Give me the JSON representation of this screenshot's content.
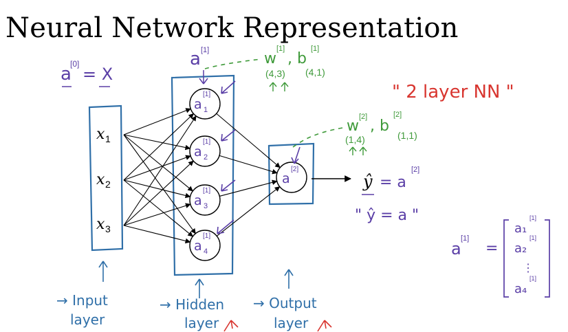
{
  "title": "Neural Network Representation",
  "colors": {
    "ink": "#000000",
    "blue": "#2f6fa8",
    "purple": "#5a3ea6",
    "green": "#3f9a3a",
    "red": "#d8352f"
  },
  "inputs": [
    "x",
    "x",
    "x"
  ],
  "input_subs": [
    "1",
    "2",
    "3"
  ],
  "hidden": {
    "base": "a",
    "sup": "[1]",
    "subs": [
      "1",
      "2",
      "3",
      "4"
    ]
  },
  "output": {
    "base": "a",
    "sup": "[2]"
  },
  "annotations": {
    "a0": "a",
    "a0_sup": "[0]",
    "a0_eq": "= X",
    "a1_top": "a",
    "a1_top_sup": "[1]",
    "w1": "w",
    "w1_sup": "[1]",
    "b1": ", b",
    "b1_sup": "[1]",
    "w1_dim": "(4,3)",
    "b1_dim": "(4,1)",
    "w2": "w",
    "w2_sup": "[2]",
    "b2": ", b",
    "b2_sup": "[2]",
    "w2_dim": "(1,4)",
    "b2_dim": "(1,1)",
    "two_layer": "\" 2  layer  NN \"",
    "yhat": "ŷ",
    "yhat_eq": "= a",
    "yhat_sup": "[2]",
    "quote_y": "\" ŷ = a \"",
    "vec_lhs": "a",
    "vec_lhs_sup": "[1]",
    "vec_eq": "=",
    "vec_entries": [
      "a₁",
      "a₂",
      "⋮",
      "a₄"
    ],
    "vec_entry_sups": [
      "[1]",
      "[1]",
      "",
      "[1]"
    ],
    "input_label": [
      "→ Input",
      "layer"
    ],
    "hidden_label": [
      "→ Hidden",
      "layer"
    ],
    "output_label": [
      "→ Output",
      "layer"
    ]
  }
}
